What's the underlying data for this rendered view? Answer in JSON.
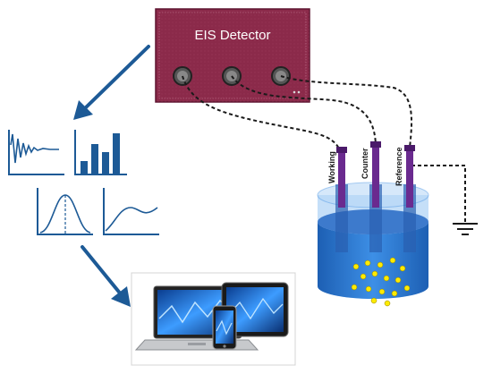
{
  "detector": {
    "title": "EIS Detector",
    "color": "#8b2a4a",
    "connectors": [
      "connector-1",
      "connector-2",
      "connector-3"
    ]
  },
  "cell": {
    "electrodes": [
      "Working",
      "Counter",
      "Reference"
    ],
    "liquid_color": "#2f7fd6",
    "electrode_color": "#6a2a8f",
    "particle_color": "#ffeb00"
  },
  "analysis_icons": [
    "oscillation-plot-icon",
    "bar-chart-icon",
    "bell-curve-icon",
    "rising-curve-icon"
  ],
  "devices": [
    "laptop-icon",
    "tablet-icon",
    "smartphone-icon"
  ],
  "colors": {
    "arrow": "#1d5a96",
    "icon_stroke": "#1d5a96",
    "wire": "#1a1a1a"
  }
}
